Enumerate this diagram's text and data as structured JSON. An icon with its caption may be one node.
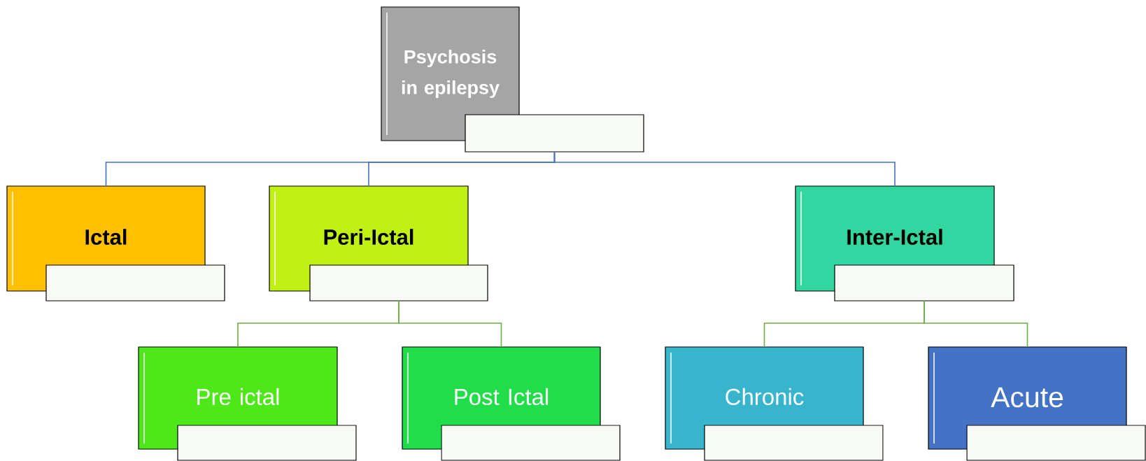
{
  "diagram": {
    "nodes": [
      {
        "text": [
          "Psychosis in epilepsy"
        ]
      },
      {
        "text": [
          "Ictal"
        ]
      },
      {
        "text": [
          "Peri-Ictal"
        ]
      },
      {
        "text": [
          "Inter-Ictal"
        ]
      },
      {
        "text": [
          "Pre ictal"
        ]
      },
      {
        "text": [
          "Post Ictal"
        ]
      },
      {
        "text": [
          "Chronic"
        ]
      },
      {
        "text": [
          "Acute"
        ]
      }
    ],
    "edges": [
      {
        "from": 0,
        "to": 1,
        "arrow": "none",
        "color": "#4472c4"
      },
      {
        "from": 0,
        "to": 2,
        "arrow": "none",
        "color": "#4472c4"
      },
      {
        "from": 0,
        "to": 3,
        "arrow": "none",
        "color": "#4472c4"
      },
      {
        "from": 2,
        "to": 4,
        "arrow": "none",
        "color": "#70ad47"
      },
      {
        "from": 2,
        "to": 5,
        "arrow": "none",
        "color": "#70ad47"
      },
      {
        "from": 3,
        "to": 6,
        "arrow": "none",
        "color": "#70ad47"
      },
      {
        "from": 3,
        "to": 7,
        "arrow": "none",
        "color": "#70ad47"
      }
    ]
  }
}
